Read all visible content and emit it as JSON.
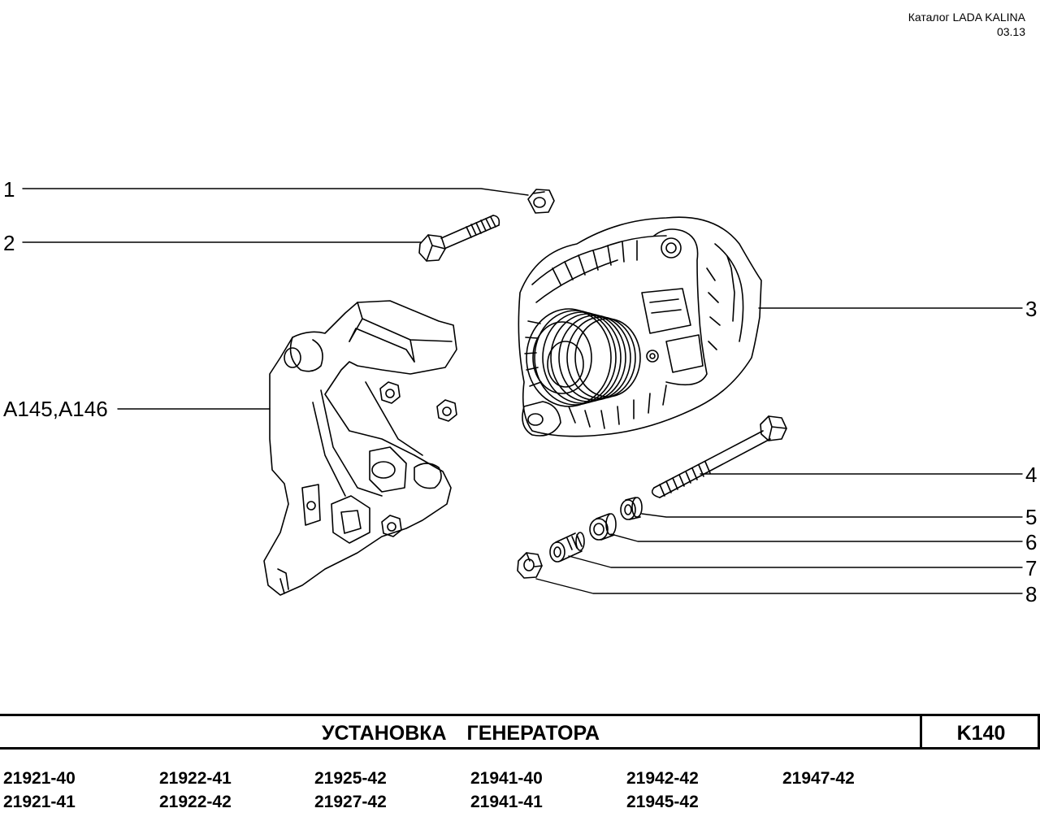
{
  "header": {
    "catalog": "Каталог LADA KALINA",
    "date": "03.13"
  },
  "callouts": {
    "c1": "1",
    "c2": "2",
    "c3": "3",
    "c4": "4",
    "c5": "5",
    "c6": "6",
    "c7": "7",
    "c8": "8",
    "bracket": "A145,A146"
  },
  "title": {
    "text": "УСТАНОВКА ГЕНЕРАТОРА",
    "code": "K140"
  },
  "models": {
    "col1": [
      "21921-40",
      "21921-41"
    ],
    "col2": [
      "21922-41",
      "21922-42"
    ],
    "col3": [
      "21925-42",
      "21927-42"
    ],
    "col4": [
      "21941-40",
      "21941-41"
    ],
    "col5": [
      "21942-42",
      "21945-42"
    ],
    "col6": [
      "21947-42"
    ]
  }
}
